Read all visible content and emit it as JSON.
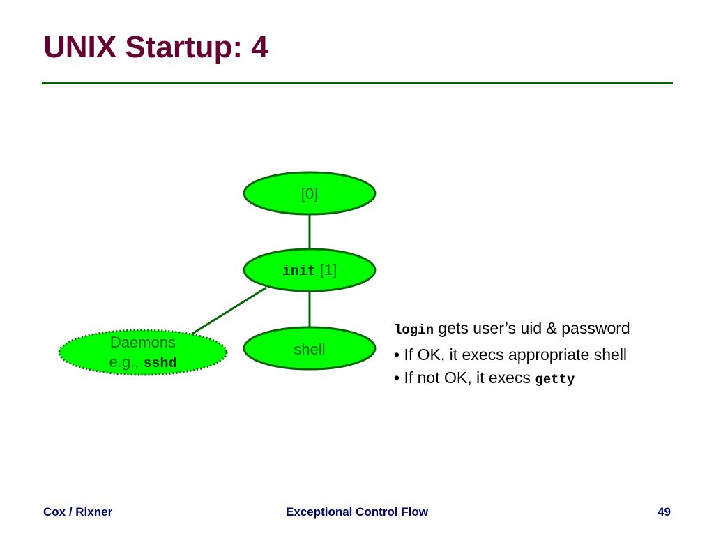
{
  "slide": {
    "title": "UNIX Startup: 4"
  },
  "diagram": {
    "nodes": {
      "root": {
        "label": "[0]"
      },
      "init": {
        "code": "init",
        "label": " [1]"
      },
      "shell": {
        "label": "shell"
      },
      "daemons": {
        "line1": "Daemons",
        "line2_prefix": "e.g., ",
        "line2_code": "sshd"
      }
    }
  },
  "notes": {
    "heading_code": "login",
    "heading_text": " gets user’s uid & password",
    "bullet1": "• If OK, it execs appropriate shell",
    "bullet2_text": "• If not OK, it execs ",
    "bullet2_code": "getty"
  },
  "footer": {
    "left": "Cox / Rixner",
    "center": "Exceptional Control Flow",
    "right": "49"
  },
  "colors": {
    "title": "#660033",
    "rule": "#006600",
    "node_fill": "#00ff00",
    "node_stroke": "#006600",
    "footer": "#000066"
  }
}
